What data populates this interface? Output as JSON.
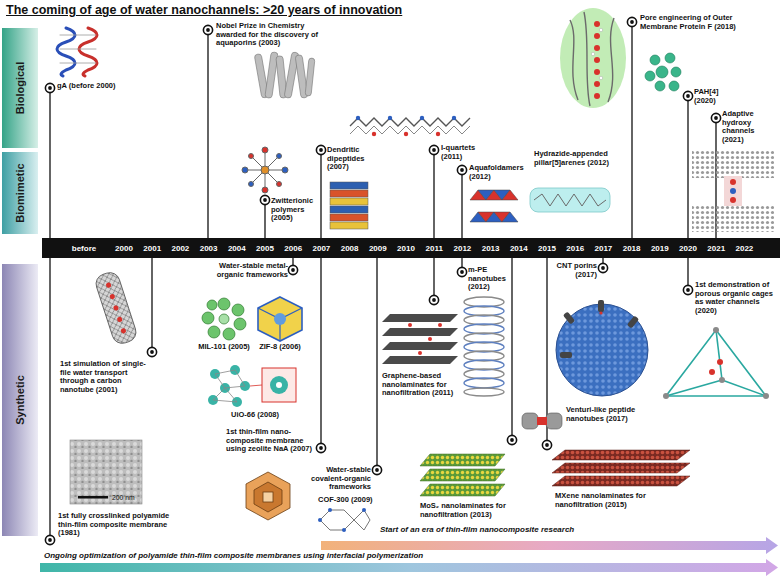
{
  "diagram": {
    "title": "The coming of age of water nanochannels: >20 years of innovation",
    "nodes": [
      {
        "text": [
          "Biological"
        ]
      },
      {
        "text": [
          "Biomimetic"
        ]
      },
      {
        "text": [
          "Synthetic"
        ]
      },
      {
        "text": [
          "before",
          "2000",
          "2001",
          "2002",
          "2003",
          "2004",
          "2005",
          "2006",
          "2007",
          "2008",
          "2009",
          "2010",
          "2011",
          "2012",
          "2013",
          "2014",
          "2015",
          "2016",
          "2017",
          "2018",
          "2019",
          "2020",
          "2021",
          "2022"
        ]
      }
    ],
    "labels": [
      "gA (before 2000)",
      "Nobel Prize in Chemistry awarded for the discovery of aquaporins (2003)",
      "Pore engineering of Outer Membrane Protein F (2018)",
      "Zwitterionic polymers (2005)",
      "Dendritic dipeptides (2007)",
      "I-quartets (2011)",
      "Aquafoldamers (2012)",
      "Hydrazide-appended pillar[5]arenes (2012)",
      "PAH[4] (2020)",
      "Adaptive hydroxy channels (2021)",
      "1st simulation of single-file water transport through a carbon nanotube (2001)",
      "Water-stable metal-organic frameworks",
      "MIL-101 (2005)",
      "ZIF-8 (2006)",
      "UiO-66 (2008)",
      "Graphene-based nanolaminates for nanofiltration (2011)",
      "m-PE nanotubes (2012)",
      "CNT porins (2017)",
      "1st demonstration of porous organic cages as water channels (2020)",
      "Venturi-like peptide nanotubes (2017)",
      "MoS₂ nanolaminates for nanofiltration (2013)",
      "MXene nanolaminates for nanofiltration (2015)",
      "Water-stable covalent-organic frameworks",
      "COF-300 (2009)",
      "1st thin-film nano-composite membrane using zeolite NaA (2007)",
      "1st fully crosslinked polyamide thin-film composite membrane (1981)",
      "200 nm",
      "Start of an era of thin-film nanocomposite research",
      "Ongoing optimization of polyamide thin-film composite membranes using interfacial polymerization"
    ]
  }
}
